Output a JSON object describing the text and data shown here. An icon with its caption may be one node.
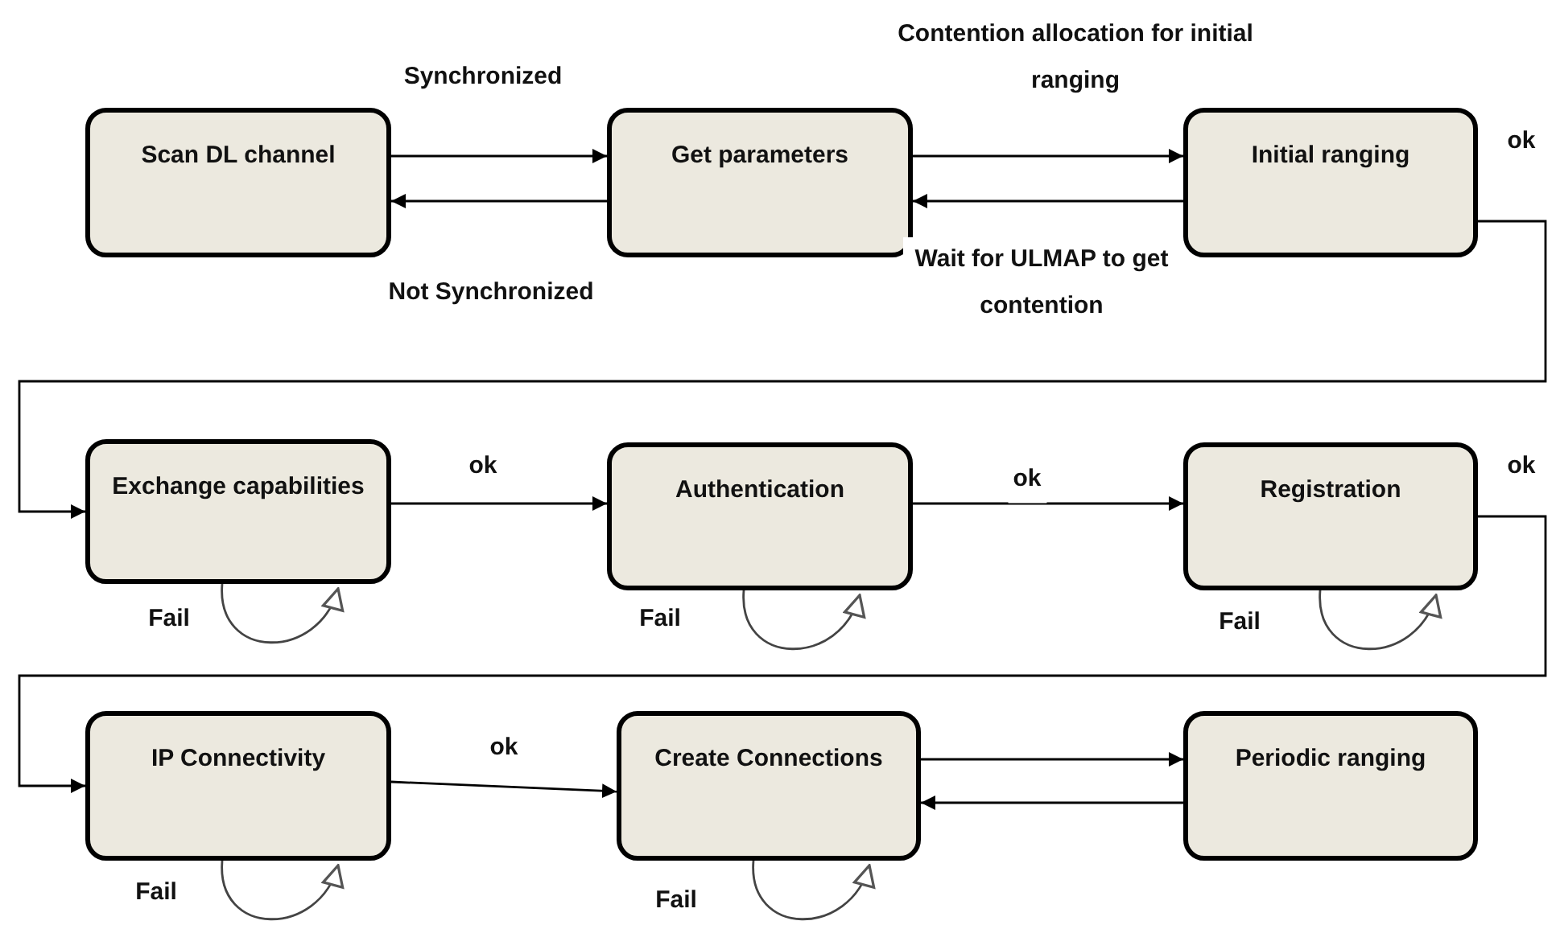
{
  "diagram": {
    "nodes": [
      {
        "text": [
          "Scan DL channel"
        ]
      },
      {
        "text": [
          "Get parameters"
        ]
      },
      {
        "text": [
          "Initial ranging"
        ]
      },
      {
        "text": [
          "Exchange capabilities"
        ]
      },
      {
        "text": [
          "Authentication"
        ]
      },
      {
        "text": [
          "Registration"
        ]
      },
      {
        "text": [
          "IP Connectivity"
        ]
      },
      {
        "text": [
          "Create Connections"
        ]
      },
      {
        "text": [
          "Periodic ranging"
        ]
      }
    ],
    "edges": [
      {
        "from": 0,
        "to": 1,
        "arrow": "to",
        "label": "Synchronized"
      },
      {
        "from": 1,
        "to": 0,
        "arrow": "to",
        "label": "Not Synchronized"
      },
      {
        "from": 1,
        "to": 2,
        "arrow": "to",
        "label": "Contention allocation for initial ranging"
      },
      {
        "from": 2,
        "to": 1,
        "arrow": "to",
        "label": "Wait for ULMAP to get contention"
      },
      {
        "from": 2,
        "to": 3,
        "arrow": "to",
        "label": "ok"
      },
      {
        "from": 3,
        "to": 3,
        "arrow": "to",
        "label": "Fail"
      },
      {
        "from": 3,
        "to": 4,
        "arrow": "to",
        "label": "ok"
      },
      {
        "from": 4,
        "to": 4,
        "arrow": "to",
        "label": "Fail"
      },
      {
        "from": 4,
        "to": 5,
        "arrow": "to",
        "label": "ok"
      },
      {
        "from": 5,
        "to": 5,
        "arrow": "to",
        "label": "Fail"
      },
      {
        "from": 5,
        "to": 6,
        "arrow": "to",
        "label": "ok"
      },
      {
        "from": 6,
        "to": 6,
        "arrow": "to",
        "label": "Fail"
      },
      {
        "from": 6,
        "to": 7,
        "arrow": "to",
        "label": "ok"
      },
      {
        "from": 7,
        "to": 7,
        "arrow": "to",
        "label": "Fail"
      },
      {
        "from": 7,
        "to": 8,
        "arrow": "to"
      },
      {
        "from": 8,
        "to": 7,
        "arrow": "to"
      }
    ]
  }
}
